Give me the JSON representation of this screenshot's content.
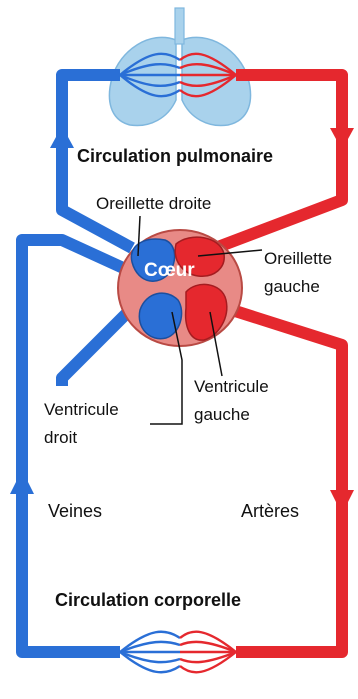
{
  "labels": {
    "pulmonary_circulation": "Circulation pulmonaire",
    "right_atrium": "Oreillette droite",
    "heart": "Cœur",
    "left_atrium_line1": "Oreillette",
    "left_atrium_line2": "gauche",
    "left_ventricle_line1": "Ventricule",
    "left_ventricle_line2": "gauche",
    "right_ventricle_line1": "Ventricule",
    "right_ventricle_line2": "droit",
    "veins": "Veines",
    "arteries": "Artères",
    "body_circulation": "Circulation corporelle"
  },
  "colors": {
    "oxygen_poor_blood": "#2a6fd6",
    "oxygen_rich_blood": "#e5282e",
    "lung": "#a9d2ec",
    "heart_muscle": "#e88a86"
  }
}
